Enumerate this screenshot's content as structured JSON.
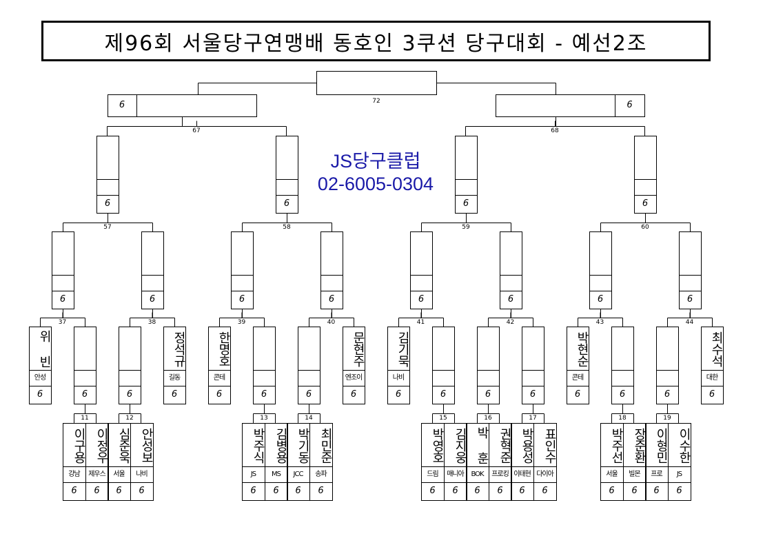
{
  "title": "제96회 서울당구연맹배 동호인 3쿠션 당구대회 - 예선2조",
  "club": {
    "name": "JS당구클럽",
    "phone": "02-6005-0304"
  },
  "score_mark": "6",
  "bracket_numbers": {
    "final": "72",
    "semi_left": "67",
    "semi_right": "68",
    "q57": "57",
    "q58": "58",
    "q59": "59",
    "q60": "60",
    "r37": "37",
    "r38": "38",
    "r39": "39",
    "r40": "40",
    "r41": "41",
    "r42": "42",
    "r43": "43",
    "r44": "44",
    "p11": "11",
    "p12": "12",
    "p13": "13",
    "p14": "14",
    "p15": "15",
    "p16": "16",
    "p17": "17",
    "p18": "18",
    "p19": "19"
  },
  "byes": [
    {
      "name": "위 빈",
      "club": "안성"
    },
    {
      "name": "정석규",
      "club": "길동"
    },
    {
      "name": "한명호",
      "club": "콘테"
    },
    {
      "name": "문현주",
      "club": "엔조이"
    },
    {
      "name": "김기묵",
      "club": "나비"
    },
    {
      "name": "박현순",
      "club": "콘테"
    },
    {
      "name": "최수석",
      "club": "대한"
    }
  ],
  "players": [
    {
      "name": "이구용",
      "club": "강남"
    },
    {
      "name": "이정우",
      "club": "제우스"
    },
    {
      "name": "심준욱",
      "club": "서울"
    },
    {
      "name": "안성보",
      "club": "나비"
    },
    {
      "name": "박주식",
      "club": "JS"
    },
    {
      "name": "김병용",
      "club": "MS"
    },
    {
      "name": "박기동",
      "club": "JCC"
    },
    {
      "name": "최민준",
      "club": "송파"
    },
    {
      "name": "박영호",
      "club": "드림"
    },
    {
      "name": "김지웅",
      "club": "매니아"
    },
    {
      "name": "박 훈",
      "club": "BOK"
    },
    {
      "name": "권혁준",
      "club": "프로킹"
    },
    {
      "name": "박용성",
      "club": "이태현"
    },
    {
      "name": "표인수",
      "club": "다이아"
    },
    {
      "name": "박주선",
      "club": "서울"
    },
    {
      "name": "장준환",
      "club": "빌몬"
    },
    {
      "name": "이형민",
      "club": "프로"
    },
    {
      "name": "이수한",
      "club": "JS"
    }
  ]
}
